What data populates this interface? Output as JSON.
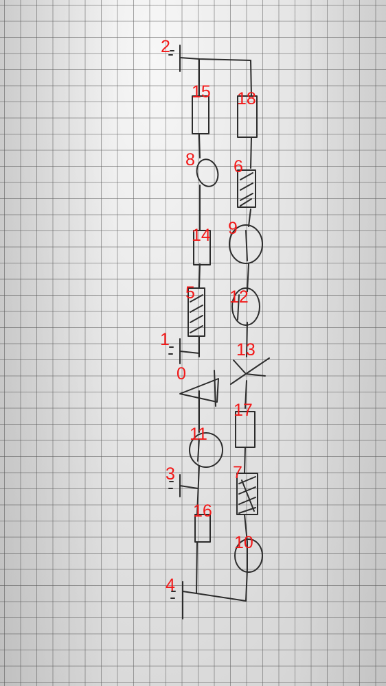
{
  "node_labels": {
    "n0": "0",
    "n1": "1",
    "n2": "2",
    "n3": "3",
    "n4": "4",
    "n5": "5",
    "n6": "6",
    "n7": "7",
    "n8": "8",
    "n9": "9",
    "n10": "10",
    "n11": "11",
    "n12": "12",
    "n13": "13",
    "n14": "14",
    "n15": "15",
    "n16": "16",
    "n17": "17",
    "n18": "18"
  },
  "colors": {
    "label": "#f21818",
    "ink": "#2c2c2c"
  }
}
